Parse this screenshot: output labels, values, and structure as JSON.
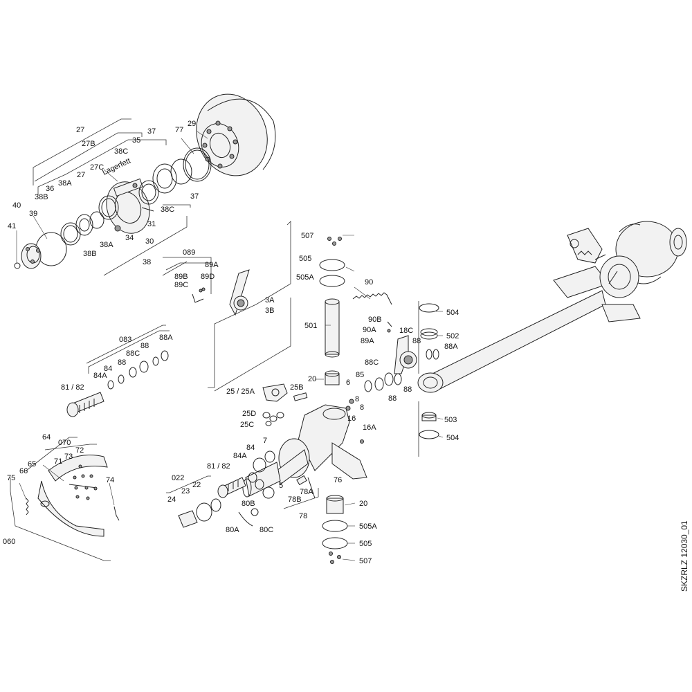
{
  "diagram": {
    "drawing_ref": "SKZRLZ 12030_01",
    "labels": [
      {
        "id": "l27",
        "text": "27"
      },
      {
        "id": "l27B",
        "text": "27B"
      },
      {
        "id": "l37a",
        "text": "37"
      },
      {
        "id": "l77",
        "text": "77"
      },
      {
        "id": "l29",
        "text": "29"
      },
      {
        "id": "l38C_a",
        "text": "38C"
      },
      {
        "id": "l35",
        "text": "35"
      },
      {
        "id": "l27C",
        "text": "27C"
      },
      {
        "id": "lLagerfett",
        "text": "Lagerfett"
      },
      {
        "id": "l27b",
        "text": "27"
      },
      {
        "id": "l38A_a",
        "text": "38A"
      },
      {
        "id": "l36",
        "text": "36"
      },
      {
        "id": "l38B_a",
        "text": "38B"
      },
      {
        "id": "l40",
        "text": "40"
      },
      {
        "id": "l39",
        "text": "39"
      },
      {
        "id": "l41",
        "text": "41"
      },
      {
        "id": "l38C_b",
        "text": "38C"
      },
      {
        "id": "l37b",
        "text": "37"
      },
      {
        "id": "l31",
        "text": "31"
      },
      {
        "id": "l38A_b",
        "text": "38A"
      },
      {
        "id": "l34",
        "text": "34"
      },
      {
        "id": "l30",
        "text": "30"
      },
      {
        "id": "l38B_b",
        "text": "38B"
      },
      {
        "id": "l38",
        "text": "38"
      },
      {
        "id": "l089",
        "text": "089"
      },
      {
        "id": "l89A_a",
        "text": "89A"
      },
      {
        "id": "l89B",
        "text": "89B"
      },
      {
        "id": "l89C",
        "text": "89C"
      },
      {
        "id": "l89D",
        "text": "89D"
      },
      {
        "id": "l3A",
        "text": "3A"
      },
      {
        "id": "l3B",
        "text": "3B"
      },
      {
        "id": "l507a",
        "text": "507"
      },
      {
        "id": "l505a",
        "text": "505"
      },
      {
        "id": "l505A_a",
        "text": "505A"
      },
      {
        "id": "l90",
        "text": "90"
      },
      {
        "id": "l501",
        "text": "501"
      },
      {
        "id": "l504a",
        "text": "504"
      },
      {
        "id": "l90B",
        "text": "90B"
      },
      {
        "id": "l90A",
        "text": "90A"
      },
      {
        "id": "l18C",
        "text": "18C"
      },
      {
        "id": "l502",
        "text": "502"
      },
      {
        "id": "l89A_b",
        "text": "89A"
      },
      {
        "id": "l88a",
        "text": "88"
      },
      {
        "id": "l88A_b",
        "text": "88A"
      },
      {
        "id": "l083",
        "text": "083"
      },
      {
        "id": "l88A_a",
        "text": "88A"
      },
      {
        "id": "l88b",
        "text": "88"
      },
      {
        "id": "l88C_a",
        "text": "88C"
      },
      {
        "id": "l88c",
        "text": "88"
      },
      {
        "id": "l84a",
        "text": "84"
      },
      {
        "id": "l84A_a",
        "text": "84A"
      },
      {
        "id": "l81_82a",
        "text": "81 / 82"
      },
      {
        "id": "l88C_b",
        "text": "88C"
      },
      {
        "id": "l20a",
        "text": "20"
      },
      {
        "id": "l85",
        "text": "85"
      },
      {
        "id": "l6",
        "text": "6"
      },
      {
        "id": "l88d",
        "text": "88"
      },
      {
        "id": "l88e",
        "text": "88"
      },
      {
        "id": "l25_25A",
        "text": "25 / 25A"
      },
      {
        "id": "l25B",
        "text": "25B"
      },
      {
        "id": "l8a",
        "text": "8"
      },
      {
        "id": "l8b",
        "text": "8"
      },
      {
        "id": "l16",
        "text": "16"
      },
      {
        "id": "l25D",
        "text": "25D"
      },
      {
        "id": "l25C",
        "text": "25C"
      },
      {
        "id": "l16A",
        "text": "16A"
      },
      {
        "id": "l503",
        "text": "503"
      },
      {
        "id": "l504b",
        "text": "504"
      },
      {
        "id": "l64",
        "text": "64"
      },
      {
        "id": "l070",
        "text": "070"
      },
      {
        "id": "l72",
        "text": "72"
      },
      {
        "id": "l65",
        "text": "65"
      },
      {
        "id": "l71",
        "text": "71"
      },
      {
        "id": "l73",
        "text": "73"
      },
      {
        "id": "l66",
        "text": "66"
      },
      {
        "id": "l75",
        "text": "75"
      },
      {
        "id": "l74",
        "text": "74"
      },
      {
        "id": "l060",
        "text": "060"
      },
      {
        "id": "l7",
        "text": "7"
      },
      {
        "id": "l84b",
        "text": "84"
      },
      {
        "id": "l84A_b",
        "text": "84A"
      },
      {
        "id": "l81_82b",
        "text": "81 / 82"
      },
      {
        "id": "l022",
        "text": "022"
      },
      {
        "id": "l22",
        "text": "22"
      },
      {
        "id": "l23",
        "text": "23"
      },
      {
        "id": "l24",
        "text": "24"
      },
      {
        "id": "l5",
        "text": "5"
      },
      {
        "id": "l80B",
        "text": "80B"
      },
      {
        "id": "l80A",
        "text": "80A"
      },
      {
        "id": "l80C",
        "text": "80C"
      },
      {
        "id": "l76",
        "text": "76"
      },
      {
        "id": "l78A",
        "text": "78A"
      },
      {
        "id": "l78B",
        "text": "78B"
      },
      {
        "id": "l78",
        "text": "78"
      },
      {
        "id": "l20b",
        "text": "20"
      },
      {
        "id": "l505A_b",
        "text": "505A"
      },
      {
        "id": "l505b",
        "text": "505"
      },
      {
        "id": "l507b",
        "text": "507"
      }
    ]
  }
}
